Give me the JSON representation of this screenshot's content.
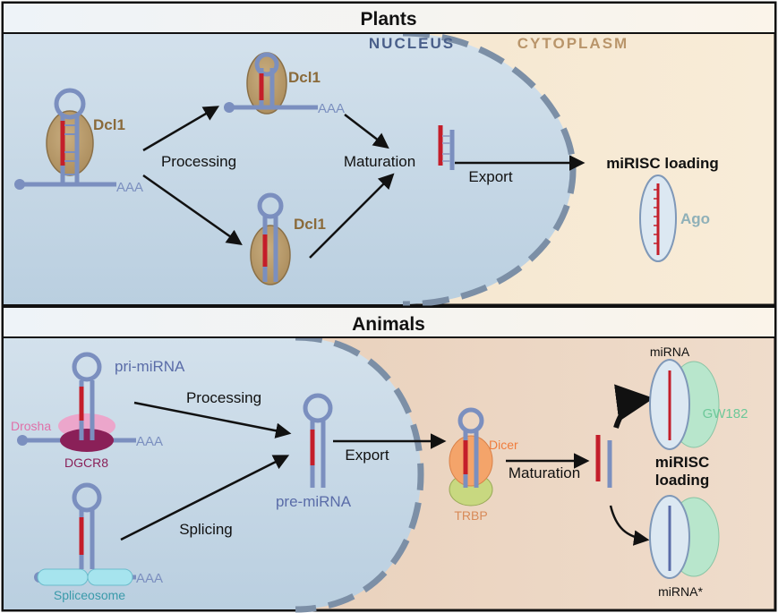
{
  "plants": {
    "title": "Plants",
    "nucleus": "NUCLEUS",
    "cytoplasm": "CYTOPLASM",
    "dcl1_a": "Dcl1",
    "dcl1_b": "Dcl1",
    "dcl1_c": "Dcl1",
    "polyA_a": "AAA",
    "polyA_b": "AAA",
    "processing": "Processing",
    "maturation": "Maturation",
    "export": "Export",
    "mirisc_loading": "miRISC loading",
    "ago": "Ago"
  },
  "animals": {
    "title": "Animals",
    "pri_mirna": "pri-miRNA",
    "drosha": "Drosha",
    "dgcr8": "DGCR8",
    "polyA_a": "AAA",
    "polyA_b": "AAA",
    "processing": "Processing",
    "splicing": "Splicing",
    "spliceosome": "Spliceosome",
    "pre_mirna": "pre-miRNA",
    "export": "Export",
    "dicer": "Dicer",
    "trbp": "TRBP",
    "maturation": "Maturation",
    "mirna": "miRNA",
    "gw182": "GW182",
    "mirisc_line1": "miRISC",
    "mirisc_line2": "loading",
    "mirna_star": "miRNA*"
  },
  "colors": {
    "nucleus_fill": "#c9d9e6",
    "cyto_plant": "#f6e6cc",
    "cyto_animal": "#ecd6c3",
    "rna_blue": "#7b8fbf",
    "rna_red": "#c41e2a",
    "dcl1": "#b89a6a",
    "drosha": "#f0a0c8",
    "dgcr8": "#8a2058",
    "dicer": "#f4a46a",
    "trbp": "#c8d880",
    "spliceosome": "#a6e4ee",
    "ago": "#dce8f2",
    "gw182": "#b8e6cc",
    "text_blue_label": "#4d5b9a",
    "text_brown": "#8a6a3a"
  }
}
